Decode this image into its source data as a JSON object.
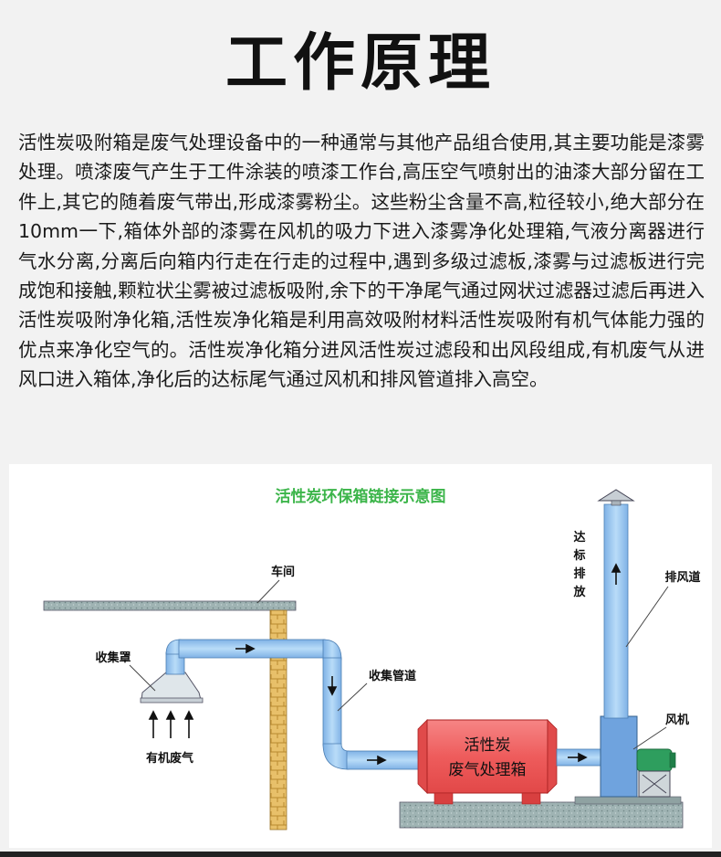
{
  "header": {
    "title": "工作原理"
  },
  "description": {
    "paragraph": "活性炭吸附箱是废气处理设备中的一种通常与其他产品组合使用,其主要功能是漆雾处理。喷漆废气产生于工件涂装的喷漆工作台,高压空气喷射出的油漆大部分留在工件上,其它的随着废气带出,形成漆雾粉尘。这些粉尘含量不高,粒径较小,绝大部分在10mm一下,箱体外部的漆雾在风机的吸力下进入漆雾净化处理箱,气液分离器进行气水分离,分离后向箱内行走在行走的过程中,遇到多级过滤板,漆雾与过滤板进行完成饱和接触,颗粒状尘雾被过滤板吸附,余下的干净尾气通过网状过滤器过滤后再进入活性炭吸附净化箱,活性炭净化箱是利用高效吸附材料活性炭吸附有机气体能力强的优点来净化空气的。活性炭净化箱分进风活性炭过滤段和出风段组成,有机废气从进风口进入箱体,净化后的达标尾气通过风机和排风管道排入高空。"
  },
  "diagram": {
    "title": "活性炭环保箱链接示意图",
    "labels": {
      "workshop": "车间",
      "hood": "收集罩",
      "organic_gas": "有机废气",
      "pipe": "收集管道",
      "box_line1": "活性炭",
      "box_line2": "废气处理箱",
      "exhaust_duct": "排风道",
      "fan": "风机",
      "discharge": [
        "达",
        "标",
        "排",
        "放"
      ]
    },
    "colors": {
      "title_green": "#3cb54a",
      "pipe_blue": "#9ec8f0",
      "box_red": "#f06060",
      "fan_green": "#2e9e5e"
    }
  }
}
